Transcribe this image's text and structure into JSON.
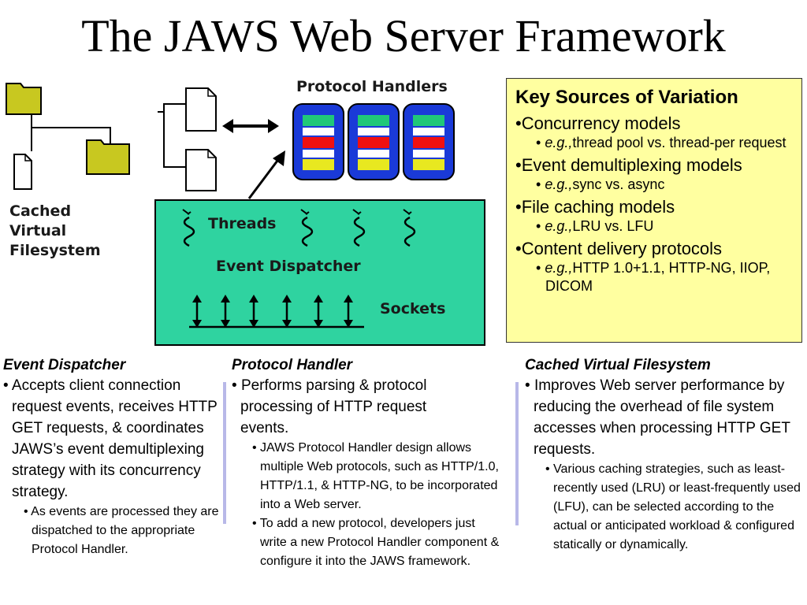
{
  "title": "The JAWS Web Server Framework",
  "diagram": {
    "protocol_handlers": "Protocol Handlers",
    "threads": "Threads",
    "event_dispatcher": "Event Dispatcher",
    "sockets": "Sockets",
    "cached_fs": [
      "Cached",
      "Virtual",
      "Filesystem"
    ],
    "colors": {
      "panel": "#2fd3a0",
      "folder": "#c8c820",
      "handler": "#1a3ad8",
      "stripe_green": "#20c878",
      "stripe_red": "#f01010",
      "stripe_yellow": "#e8e820"
    }
  },
  "key": {
    "heading": "Key Sources of Variation",
    "items": [
      {
        "label": "Concurrency models",
        "eg": "e.g.,",
        "sub": "thread pool vs. thread-per request"
      },
      {
        "label": "Event demultiplexing models",
        "eg": "e.g.,",
        "sub": "sync vs. async"
      },
      {
        "label": "File caching models",
        "eg": "e.g.,",
        "sub": "LRU vs. LFU"
      },
      {
        "label": "Content delivery protocols",
        "eg": "e.g.,",
        "sub": "HTTP 1.0+1.1, HTTP-NG, IIOP, DICOM"
      }
    ]
  },
  "columns": {
    "event_dispatcher": {
      "heading": "Event Dispatcher",
      "bullet": "Accepts client connection request events, receives HTTP GET requests, & coordinates JAWS’s event demultiplexing strategy with its concurrency strategy.",
      "subs": [
        "As events are processed they are dispatched to the appropriate Protocol Handler."
      ]
    },
    "protocol_handler": {
      "heading": "Protocol Handler",
      "bullet": "Performs parsing & protocol processing of HTTP request events.",
      "subs": [
        "JAWS Protocol Handler design allows multiple Web protocols, such as HTTP/1.0, HTTP/1.1, & HTTP-NG, to be incorporated into a Web server.",
        "To add a new protocol, developers just write a new Protocol Handler component & configure it into the JAWS framework."
      ]
    },
    "cached_vfs": {
      "heading": "Cached Virtual Filesystem",
      "bullet": "Improves Web server performance by reducing the overhead of file system accesses when processing HTTP GET requests.",
      "subs": [
        "Various caching strategies, such as least-recently used (LRU) or least-frequently used (LFU), can be selected according to the actual or anticipated workload & configured statically or dynamically."
      ]
    }
  }
}
